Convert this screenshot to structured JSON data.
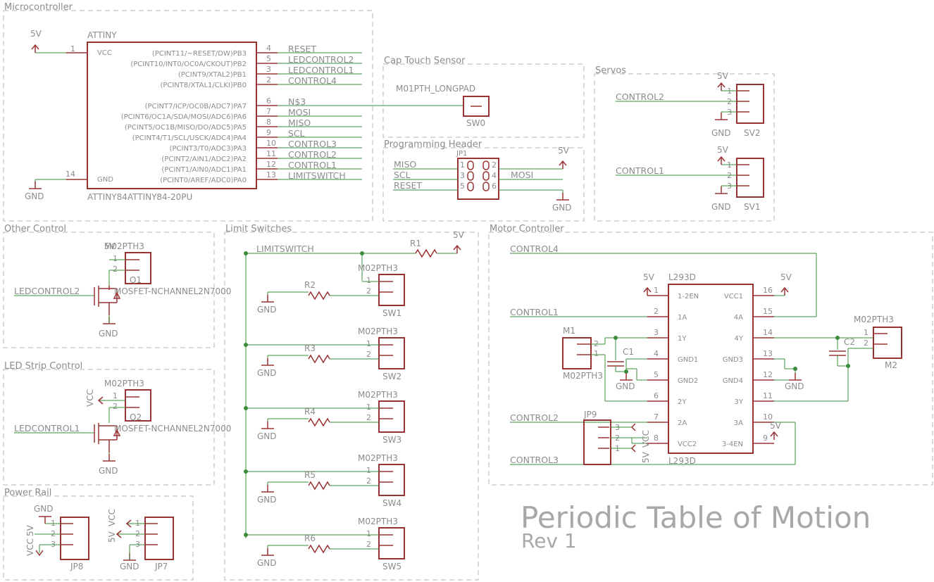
{
  "title": "Periodic Table of Motion",
  "revision": "Rev 1",
  "frames": {
    "microcontroller": "Microcontroller",
    "cap_touch": "Cap Touch Sensor",
    "programming": "Programming Header",
    "servos": "Servos",
    "other_control": "Other Control",
    "limit_switches": "Limit Switches",
    "motor_controller": "Motor Controller",
    "led_strip": "LED Strip Control",
    "power_rail": "Power Rail"
  },
  "mcu": {
    "name": "ATTINY",
    "value": "ATTINY84ATTINY84-20PU",
    "vcc_label": "VCC",
    "gnd_label": "GND",
    "vcc_pin": "1",
    "gnd_pin": "14",
    "supply": "5V",
    "ground": "GND",
    "pins": [
      {
        "name": "(PCINT11/~RESET/DW)PB3",
        "num": "4",
        "net": "RESET"
      },
      {
        "name": "(PCINT10/INT0/OC0A/CKOUT)PB2",
        "num": "5",
        "net": "LEDCONTROL2"
      },
      {
        "name": "(PCINT9/XTAL2)PB1",
        "num": "3",
        "net": "LEDCONTROL1"
      },
      {
        "name": "(PCINT8/XTAL1/CLKI)PB0",
        "num": "2",
        "net": "CONTROL4"
      },
      {
        "name": "(PCINT7/ICP/OC0B/ADC7)PA7",
        "num": "6",
        "net": "N$3"
      },
      {
        "name": "(PCINT6/OC1A/SDA/MOSI/ADC6)PA6",
        "num": "7",
        "net": "MOSI"
      },
      {
        "name": "(PCINT5/OC1B/MISO/DO/ADC5)PA5",
        "num": "8",
        "net": "MISO"
      },
      {
        "name": "(PCINT4/T1/SCL/USCK/ADC4)PA4",
        "num": "9",
        "net": "SCL"
      },
      {
        "name": "(PCINT3/T0/ADC3)PA3",
        "num": "10",
        "net": "CONTROL3"
      },
      {
        "name": "(PCINT2/AIN1/ADC2)PA2",
        "num": "11",
        "net": "CONTROL2"
      },
      {
        "name": "(PCINT1/AIN0/ADC1)PA1",
        "num": "12",
        "net": "CONTROL1"
      },
      {
        "name": "(PCINT0/AREF/ADC0)PA0",
        "num": "13",
        "net": "LIMITSWITCH"
      }
    ]
  },
  "cap_touch": {
    "value": "M01PTH_LONGPAD",
    "name": "SW0"
  },
  "prog_header": {
    "name": "JP1",
    "nets": [
      "MISO",
      "SCL",
      "RESET",
      "MOSI"
    ],
    "pins": [
      "1",
      "2",
      "3",
      "4",
      "5",
      "6"
    ],
    "supply": "5V",
    "ground": "GND"
  },
  "servos": [
    {
      "name": "SV2",
      "net": "CONTROL2",
      "supply": "5V",
      "ground": "GND",
      "pins": [
        "1",
        "2",
        "3"
      ]
    },
    {
      "name": "SV1",
      "net": "CONTROL1",
      "supply": "5V",
      "ground": "GND",
      "pins": [
        "1",
        "2",
        "3"
      ]
    }
  ],
  "other_control": {
    "conn_value": "M02PTH3",
    "overlap": "5V",
    "pins": [
      "1",
      "2"
    ],
    "fet_name": "Q1",
    "fet_value": "MOSFET-NCHANNEL2N7000",
    "net": "LEDCONTROL2",
    "ground": "GND"
  },
  "led_strip": {
    "conn_value": "M02PTH3",
    "supply": "VCC",
    "pins": [
      "1",
      "2"
    ],
    "fet_name": "Q2",
    "fet_value": "MOSFET-NCHANNEL2N7000",
    "net": "LEDCONTROL1",
    "ground": "GND"
  },
  "limit_switches": {
    "net": "LIMITSWITCH",
    "r1": "R1",
    "supply": "5V",
    "switch_value": "M02PTH3",
    "pins": [
      "1",
      "2"
    ],
    "ground": "GND",
    "items": [
      {
        "res": "R2",
        "sw": "SW1"
      },
      {
        "res": "R3",
        "sw": "SW2"
      },
      {
        "res": "R4",
        "sw": "SW3"
      },
      {
        "res": "R5",
        "sw": "SW4"
      },
      {
        "res": "R6",
        "sw": "SW5"
      }
    ]
  },
  "motor": {
    "chip": "L293D",
    "chip_value": "L293D",
    "nets": [
      "CONTROL4",
      "CONTROL1",
      "CONTROL2",
      "CONTROL3"
    ],
    "left_pins": [
      {
        "num": "1",
        "name": "1-2EN"
      },
      {
        "num": "2",
        "name": "1A"
      },
      {
        "num": "3",
        "name": "1Y"
      },
      {
        "num": "4",
        "name": "GND1"
      },
      {
        "num": "5",
        "name": "GND2"
      },
      {
        "num": "6",
        "name": "2Y"
      },
      {
        "num": "7",
        "name": "2A"
      },
      {
        "num": "8",
        "name": "VCC2"
      }
    ],
    "right_pins": [
      {
        "num": "16",
        "name": "VCC1"
      },
      {
        "num": "15",
        "name": "4A"
      },
      {
        "num": "14",
        "name": "4Y"
      },
      {
        "num": "13",
        "name": "GND3"
      },
      {
        "num": "12",
        "name": "GND4"
      },
      {
        "num": "11",
        "name": "3Y"
      },
      {
        "num": "10",
        "name": "3A"
      },
      {
        "num": "9",
        "name": "3-4EN"
      }
    ],
    "m1_name": "M1",
    "m1_value": "M02PTH3",
    "m2_name": "M2",
    "m2_value": "M02PTH3",
    "c1": "C1",
    "c2": "C2",
    "jp9": "JP9",
    "jp9_pins": [
      "3",
      "2",
      "1"
    ],
    "jp9_labels": [
      "5V",
      "VCC"
    ],
    "supply": "5V",
    "ground": "GND"
  },
  "power_rail": {
    "jp8": "JP8",
    "jp7": "JP7",
    "jp8_labels": [
      "GND",
      "VCC",
      "5V"
    ],
    "jp7_labels": [
      "VCC",
      "5V",
      "GND"
    ],
    "pins": [
      "1",
      "2",
      "3"
    ]
  }
}
